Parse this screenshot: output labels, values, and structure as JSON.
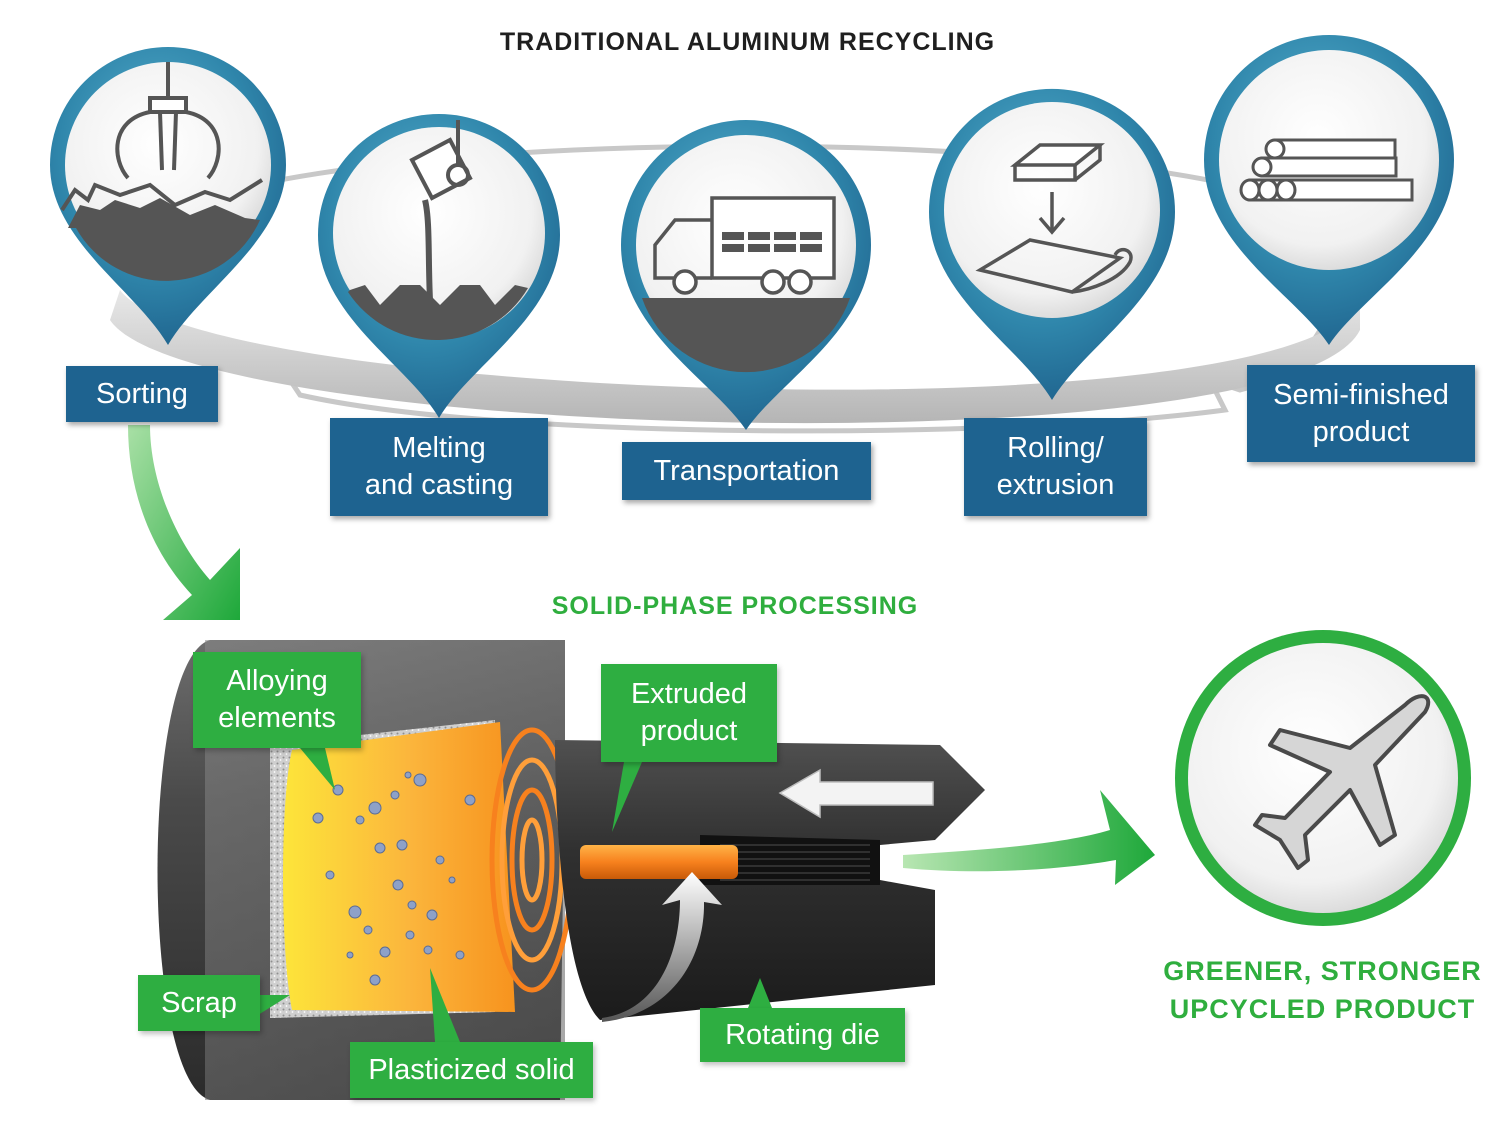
{
  "titles": {
    "traditional": "TRADITIONAL ALUMINUM RECYCLING",
    "solid_phase": "SOLID-PHASE PROCESSING",
    "result": "GREENER, STRONGER\nUPCYCLED PRODUCT"
  },
  "steps": [
    {
      "label": "Sorting",
      "icon": "claw-crane-scrap-icon"
    },
    {
      "label": "Melting\nand casting",
      "icon": "ladle-pouring-icon"
    },
    {
      "label": "Transportation",
      "icon": "truck-icon"
    },
    {
      "label": "Rolling/\nextrusion",
      "icon": "ingot-to-sheet-icon"
    },
    {
      "label": "Semi-finished\nproduct",
      "icon": "stacked-pipes-icon"
    }
  ],
  "callouts": {
    "alloying": "Alloying\nelements",
    "extruded": "Extruded\nproduct",
    "scrap": "Scrap",
    "plasticized": "Plasticized solid",
    "rotating": "Rotating die"
  },
  "product_icon": "airplane-icon",
  "colors": {
    "traditional_blue": "#1e6390",
    "solid_phase_green": "#2eae41",
    "plasticized_orange": "#f7931e"
  }
}
